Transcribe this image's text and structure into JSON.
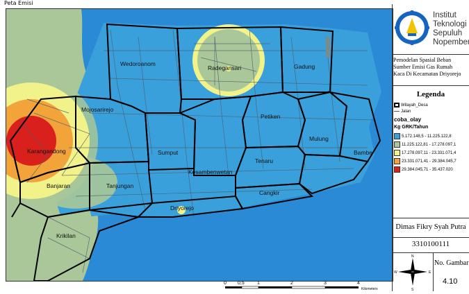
{
  "header": {
    "label": "Peta Emisi"
  },
  "map": {
    "villages": [
      "Wedoroanom",
      "Radegansari",
      "Gadung",
      "Mojosarirejo",
      "Karangandong",
      "Petiken",
      "Mulung",
      "Bambe",
      "Sumput",
      "Kesambenwetan",
      "Tenaru",
      "Banjaran",
      "Tanjungan",
      "Cangkir",
      "Driyorejo",
      "Krikilan"
    ],
    "colors": {
      "water": "#2a8ad6",
      "low": "#3aa0db",
      "class2": "#a9c798",
      "class3": "#f2f28a",
      "class4": "#f2a33a",
      "class5": "#d9201c"
    }
  },
  "scalebar": {
    "ticks": [
      "0",
      "0,5",
      "1",
      "2",
      "3",
      "4"
    ],
    "unit": "Kilometers"
  },
  "sidebar": {
    "institute": [
      "Institut",
      "Teknologi",
      "Sepuluh",
      "Nopember"
    ],
    "title_lines": [
      "Pemodelan Spasial Beban",
      "Sumber Emisi Gas Rumah",
      "Kaca Di Kecamatan Driyorejo"
    ],
    "legend": {
      "heading": "Legenda",
      "items": [
        "Wilayah_Desa",
        "Jalan"
      ],
      "layer": "coba_olay",
      "field": "Kg GRK/Tahun",
      "classes": [
        {
          "label": "5.172.148,5 - 11.225.122,8",
          "color": "#3aa0db"
        },
        {
          "label": "11.225.122,81 - 17.278.097,1",
          "color": "#a9c798"
        },
        {
          "label": "17.278.097,11 - 23.331.071,4",
          "color": "#f2f28a"
        },
        {
          "label": "23.331.071,41 - 29.384.045,7",
          "color": "#f2a33a"
        },
        {
          "label": "29.384.045,71 - 35.437.020",
          "color": "#d9201c"
        }
      ]
    },
    "author": "Dimas Fikry Syah Putra",
    "nrp": "3310100111",
    "figure_label": "No. Gambar",
    "figure_number": "4.10",
    "compass": {
      "n": "N",
      "s": "S",
      "e": "E",
      "w": "W"
    }
  }
}
